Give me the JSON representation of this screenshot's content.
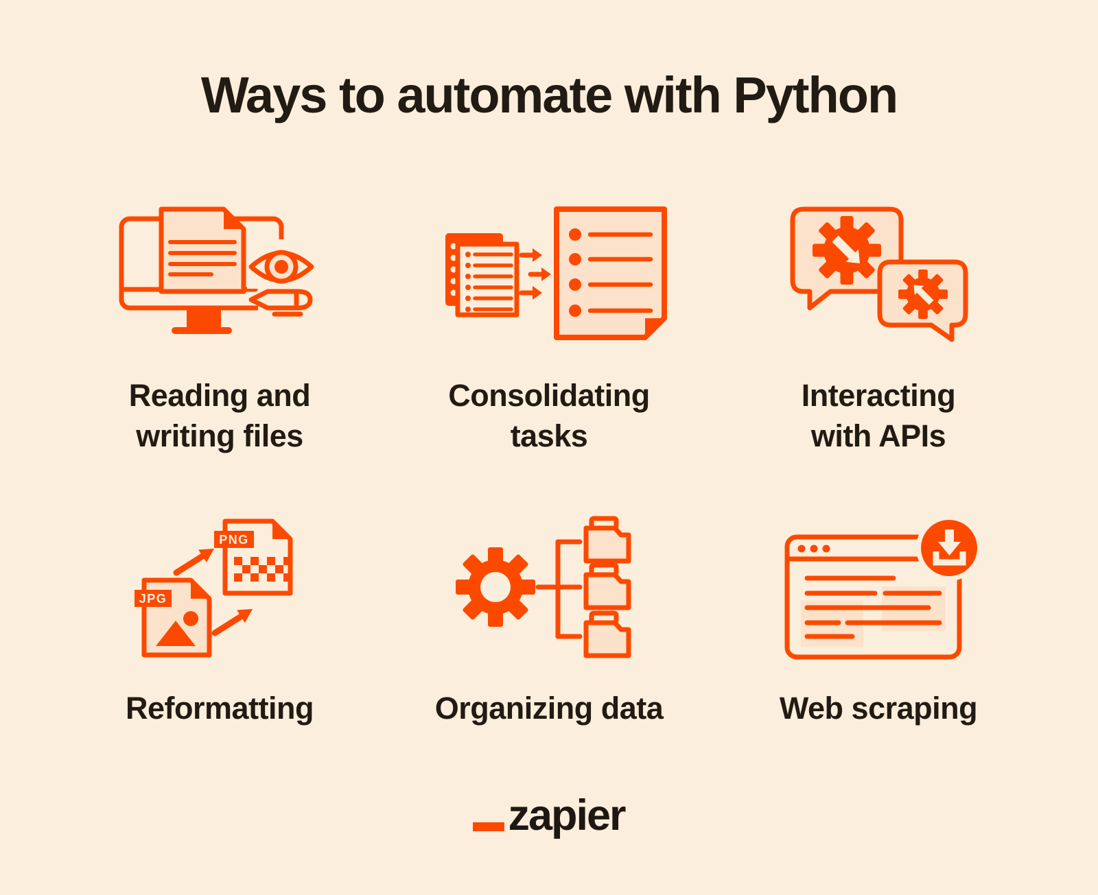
{
  "title": "Ways to automate with Python",
  "colors": {
    "orange": "#FB4A00",
    "peach": "#FCE2CB",
    "cream": "#FCEEDC",
    "ink": "#221B13"
  },
  "items": [
    {
      "id": "reading-writing-files",
      "label": "Reading and\nwriting files"
    },
    {
      "id": "consolidating-tasks",
      "label": "Consolidating\ntasks"
    },
    {
      "id": "interacting-with-apis",
      "label": "Interacting\nwith APIs"
    },
    {
      "id": "reformatting",
      "label": "Reformatting"
    },
    {
      "id": "organizing-data",
      "label": "Organizing data"
    },
    {
      "id": "web-scraping",
      "label": "Web scraping"
    }
  ],
  "badges": {
    "png": "PNG",
    "jpg": "JPG"
  },
  "logo": {
    "text": "zapier"
  }
}
